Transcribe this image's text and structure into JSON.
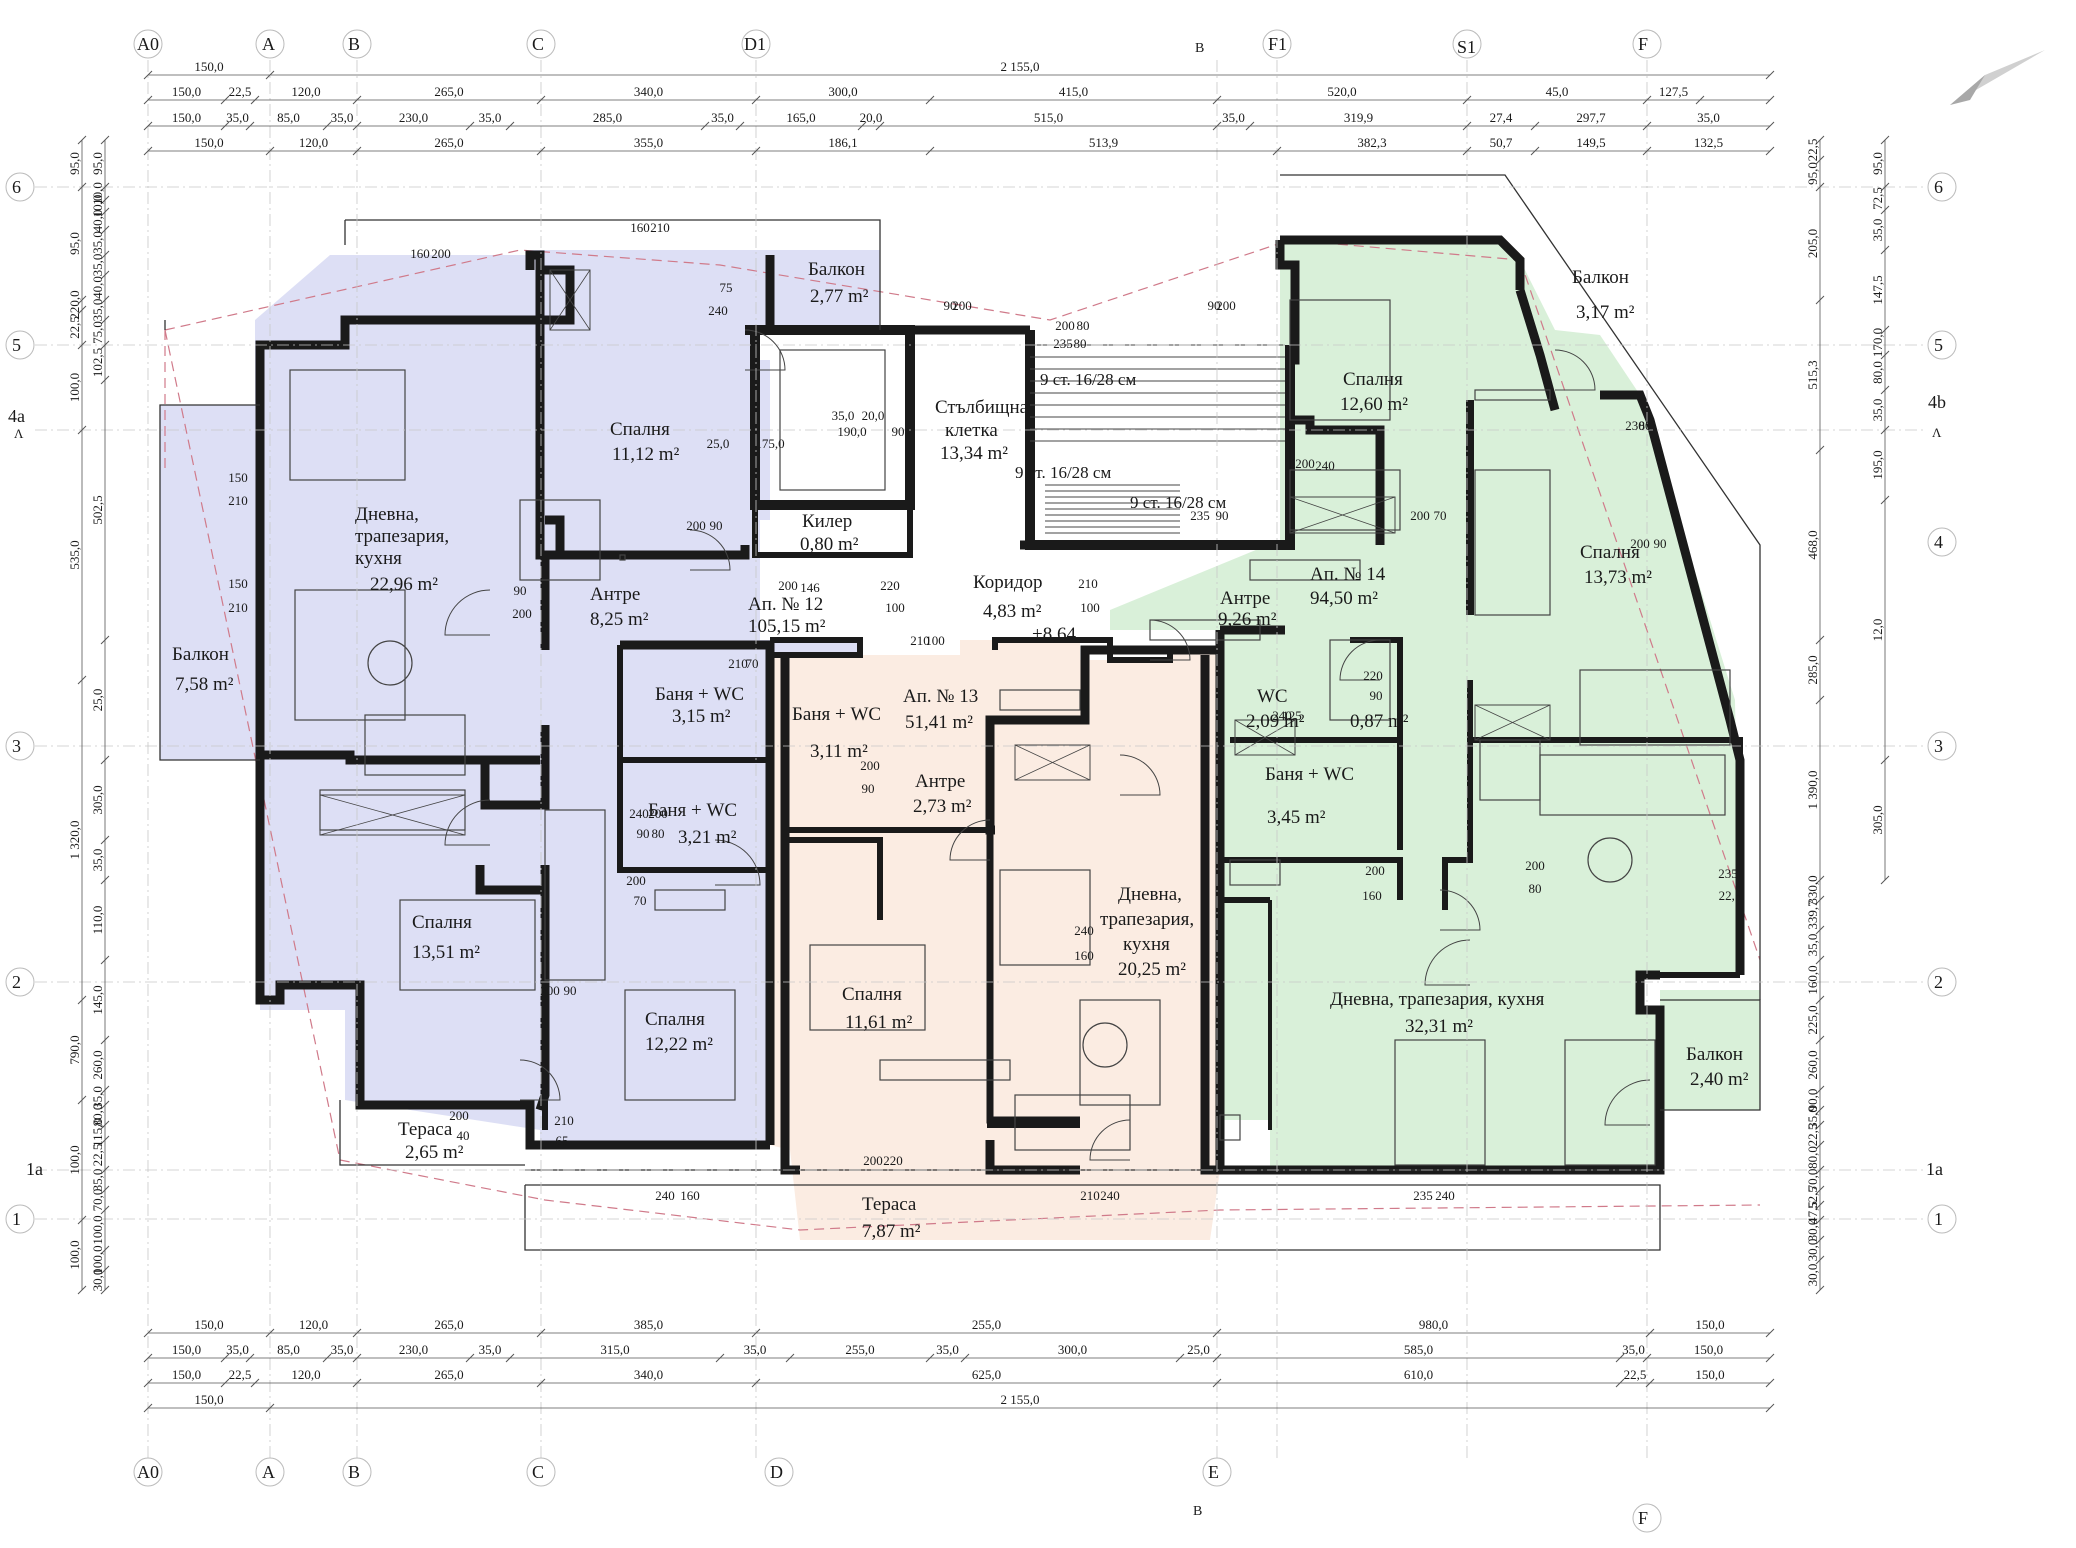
{
  "colors": {
    "apartment_12": "#dddff5",
    "apartment_13": "#fbece2",
    "apartment_14": "#d9f0d9",
    "balcony": "#e8e8ee",
    "wall": "#1a1a1a",
    "dim_line": "#555555",
    "dashed": "#d07a8a"
  },
  "axes": {
    "top": [
      "A0",
      "A",
      "B",
      "C",
      "D1",
      "B",
      "F1",
      "S1",
      "F"
    ],
    "bottom": [
      "A0",
      "A",
      "B",
      "C",
      "D",
      "E",
      "B",
      "F"
    ],
    "left": [
      "6",
      "5",
      "4a",
      "3",
      "2",
      "1a",
      "1"
    ],
    "right": [
      "6",
      "5",
      "4b",
      "4",
      "3",
      "2",
      "1a",
      "1"
    ],
    "sub_marks": [
      "Λ",
      "Λ"
    ]
  },
  "apartments": [
    {
      "label": "Ап. № 12",
      "area": "105,15 m²"
    },
    {
      "label": "Ап. № 13",
      "area": "51,41 m²"
    },
    {
      "label": "Ап. № 14",
      "area": "94,50 m²"
    }
  ],
  "rooms": {
    "ap12": [
      {
        "name": "Дневна,",
        "name2": "трапезария,",
        "name3": "кухня",
        "area": "22,96 m²"
      },
      {
        "name": "Спалня",
        "area": "11,12 m²"
      },
      {
        "name": "Антре",
        "area": "8,25 m²"
      },
      {
        "name": "Балкон",
        "area": "2,77 m²"
      },
      {
        "name": "Балкон",
        "area": "7,58 m²"
      },
      {
        "name": "Баня + WC",
        "area": "3,15 m²"
      },
      {
        "name": "Баня + WC",
        "area": "3,21 m²"
      },
      {
        "name": "Спалня",
        "area": "13,51 m²"
      },
      {
        "name": "Спалня",
        "area": "12,22 m²"
      },
      {
        "name": "Тераса",
        "area": "2,65 m²"
      },
      {
        "name": "Килер",
        "area": "0,80 m²"
      }
    ],
    "common": [
      {
        "name": "Стълбищна",
        "name2": "клетка",
        "area": "13,34 m²"
      },
      {
        "name": "Коридор",
        "area": "4,83 m²",
        "level": "+8,64"
      },
      {
        "stairs1": "9 ст. 16/28 см",
        "stairs2": "9 ст. 16/28 см",
        "stairs3": "9 ст. 16/28 см"
      }
    ],
    "ap13": [
      {
        "name": "Баня + WC",
        "area": "3,11 m²"
      },
      {
        "name": "Антре",
        "area": "2,73 m²"
      },
      {
        "name": "Спалня",
        "area": "11,61 m²"
      },
      {
        "name": "Дневна,",
        "name2": "трапезария,",
        "name3": "кухня",
        "area": "20,25 m²"
      },
      {
        "name": "Тераса",
        "area": "7,87 m²"
      }
    ],
    "ap14": [
      {
        "name": "Спалня",
        "area": "12,60 m²"
      },
      {
        "name": "Балкон",
        "area": "3,17 m²"
      },
      {
        "name": "Спалня",
        "area": "13,73 m²"
      },
      {
        "name": "Антре",
        "area": "9,26 m²"
      },
      {
        "name": "WC",
        "area": "2,09 m²"
      },
      {
        "name": "",
        "area": "0,87 m²"
      },
      {
        "name": "Баня + WC",
        "area": "3,45 m²"
      },
      {
        "name": "Дневна, трапезария, кухня",
        "area": "32,31 m²"
      },
      {
        "name": "Балкон",
        "area": "2,40 m²"
      }
    ]
  },
  "dims": {
    "top_total": "2 155,0",
    "top_first": "150,0",
    "row2": [
      "150,0",
      "22,5",
      "120,0",
      "265,0",
      "340,0",
      "300,0",
      "415,0",
      "520,0",
      "45,0",
      "127,5"
    ],
    "row3": [
      "150,0",
      "35,0",
      "85,0",
      "35,0",
      "230,0",
      "35,0",
      "285,0",
      "35,0",
      "165,0",
      "20,0",
      "515,0",
      "35,0",
      "319,9",
      "27,4",
      "297,7",
      "35,0"
    ],
    "row4": [
      "150,0",
      "120,0",
      "265,0",
      "355,0",
      "186,1",
      "513,9",
      "382,3",
      "50,7",
      "149,5",
      "132,5"
    ],
    "bot1": [
      "150,0",
      "120,0",
      "265,0",
      "385,0",
      "255,0",
      "980,0",
      "150,0"
    ],
    "bot2": [
      "150,0",
      "35,0",
      "85,0",
      "35,0",
      "230,0",
      "35,0",
      "315,0",
      "35,0",
      "255,0",
      "35,0",
      "300,0",
      "25,0",
      "585,0",
      "35,0",
      "150,0"
    ],
    "bot3": [
      "150,0",
      "22,5",
      "120,0",
      "265,0",
      "340,0",
      "625,0",
      "610,0",
      "22,5",
      "150,0"
    ],
    "bot_total": "2 155,0",
    "bot_first": "150,0",
    "left_outer": [
      "95,0",
      "95,0",
      "220,0",
      "22,5",
      "100,0",
      "535,0",
      "1 320,0",
      "790,0",
      "100,0",
      "100,0"
    ],
    "left_inner": [
      "95,0",
      "10,0",
      "10,0",
      "40,0",
      "35,0",
      "35,0",
      "40,0",
      "35,0",
      "75,0",
      "102,5",
      "502,5",
      "25,0",
      "305,0",
      "35,0",
      "110,0",
      "145,0",
      "260,0",
      "35,0",
      "80,0",
      "115,0",
      "22,5",
      "35,0",
      "70,0",
      "100,0",
      "100,0",
      "30,0"
    ],
    "right_outer": [
      "22,5",
      "95,0",
      "205,0",
      "515,3",
      "468,0",
      "285,0",
      "1 390,0",
      "330,0",
      "339,7",
      "35,0",
      "160,0",
      "225,0",
      "260,0",
      "90,0",
      "35,0",
      "22,5",
      "80,0",
      "70,0",
      "52,5",
      "47,5",
      "30,0",
      "30,0",
      "30,0"
    ],
    "right_inner": [
      "95,0",
      "72,5",
      "35,0",
      "147,5",
      "170,0",
      "80,0",
      "35,0",
      "195,0",
      "12,0",
      "305,0"
    ]
  },
  "doors": [
    "160",
    "200",
    "160",
    "210",
    "75",
    "240",
    "90",
    "200",
    "90",
    "200",
    "150",
    "210",
    "150",
    "210",
    "90",
    "200",
    "25,0",
    "175,0",
    "20,0",
    "190,0",
    "35,0",
    "90",
    "200",
    "90",
    "200",
    "146",
    "220",
    "100",
    "210",
    "100",
    "210",
    "100",
    "210",
    "70",
    "240",
    "90",
    "200",
    "80",
    "200",
    "90",
    "200",
    "70",
    "240",
    "160",
    "200",
    "90",
    "200",
    "40",
    "210",
    "65",
    "240",
    "160",
    "200",
    "220",
    "210",
    "240",
    "235",
    "240",
    "200",
    "80",
    "235",
    "80",
    "235",
    "90",
    "200",
    "240",
    "200",
    "90",
    "200",
    "70",
    "240",
    "125",
    "220",
    "90",
    "200",
    "160",
    "200",
    "80",
    "230",
    "80",
    "235",
    "22,5"
  ]
}
